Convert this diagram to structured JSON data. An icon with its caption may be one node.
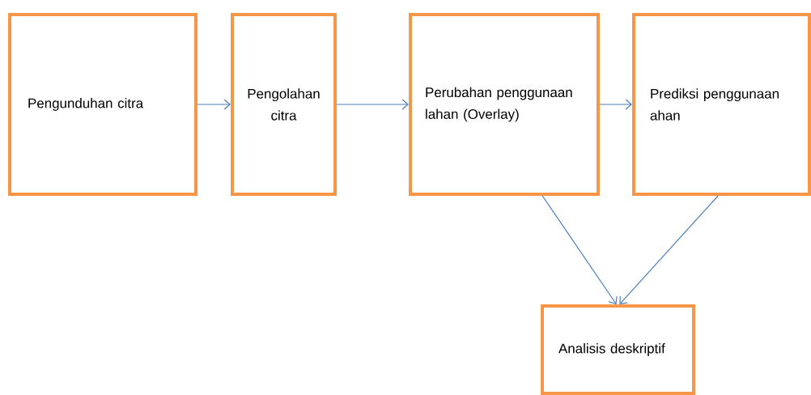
{
  "diagram": {
    "nodes": [
      {
        "text": [
          "Pengunduhan citra"
        ]
      },
      {
        "text": [
          "Pengolahan citra"
        ]
      },
      {
        "text": [
          "Perubahan penggunaan lahan (Overlay)"
        ]
      },
      {
        "text": [
          "Prediksi penggunaan ahan"
        ]
      },
      {
        "text": [
          "Analisis deskriptif"
        ]
      }
    ],
    "edges": [
      {
        "from": 0,
        "to": 1,
        "arrow": "to"
      },
      {
        "from": 1,
        "to": 2,
        "arrow": "to"
      },
      {
        "from": 2,
        "to": 3,
        "arrow": "to"
      },
      {
        "from": 2,
        "to": 4,
        "arrow": "to"
      },
      {
        "from": 3,
        "to": 4,
        "arrow": "to"
      }
    ]
  }
}
